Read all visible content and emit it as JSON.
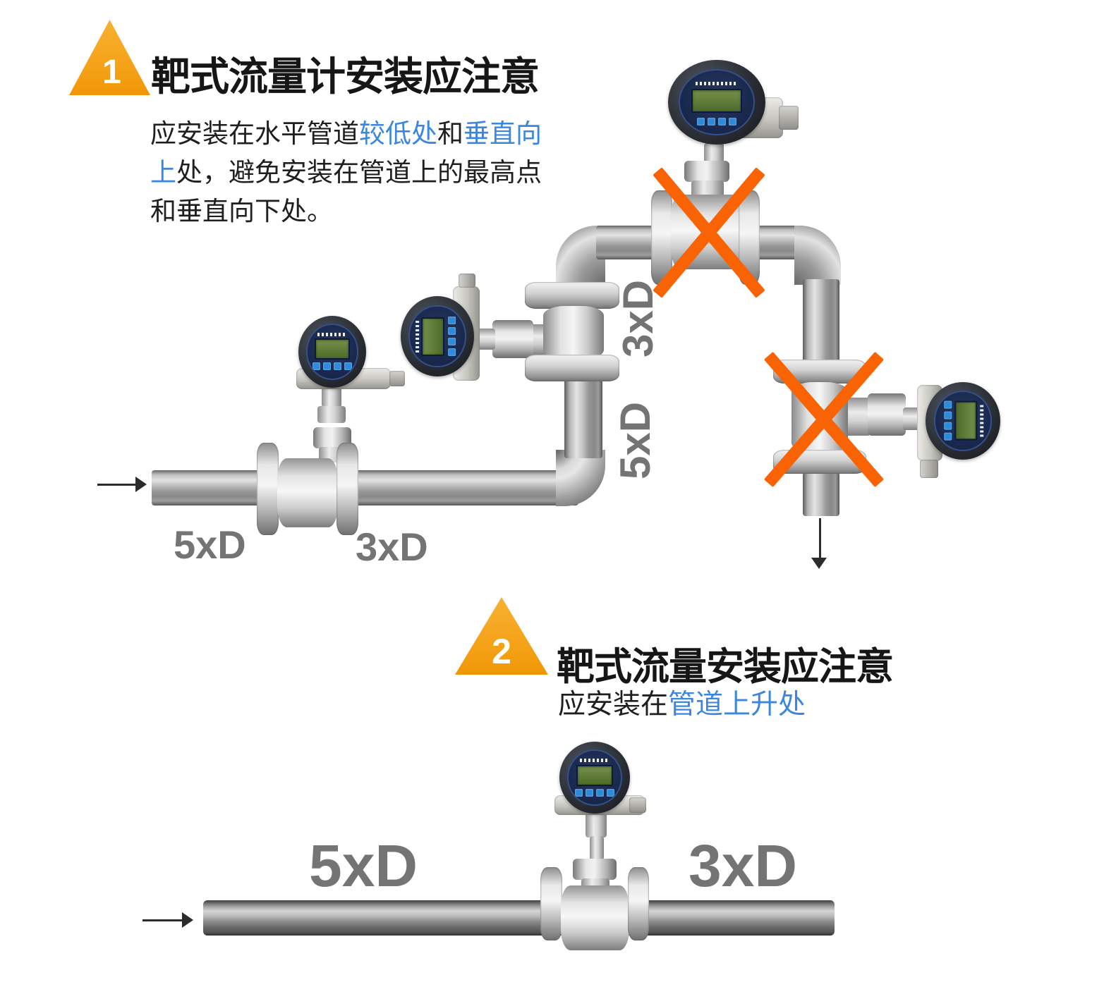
{
  "colors": {
    "accent_orange": "#F6A41E",
    "cross_orange": "#F96304",
    "highlight_blue": "#3B86E0",
    "dim_label_gray": "#747474",
    "text_black": "#1A1A1A",
    "lcd_green": "#66803A",
    "button_blue": "#2F8AD9",
    "display_navy": "#1E2F55",
    "pipe_silver": "#9B9B9B"
  },
  "section1": {
    "badge": "1",
    "title": "靶式流量计安装应注意",
    "note": {
      "line1": [
        {
          "text": "应安装在水平管道"
        },
        {
          "text": "较低处"
        },
        {
          "text": "和"
        },
        {
          "text": "垂直向"
        }
      ],
      "line2": [
        {
          "text": "上"
        },
        {
          "text": "处，避免安装在管道上的最高点"
        }
      ],
      "line3": [
        {
          "text": "和垂直向下处。"
        }
      ]
    },
    "diagram": {
      "upstream_label": "5xD",
      "downstream_label": "3xD",
      "riser_downstream_label": "3xD",
      "riser_upstream_label": "5xD"
    }
  },
  "section2": {
    "badge": "2",
    "title": "靶式流量安装应注意",
    "note": [
      {
        "text": "应安装在"
      },
      {
        "text": "管道上升处"
      }
    ],
    "diagram": {
      "upstream_label": "5xD",
      "downstream_label": "3xD"
    }
  }
}
